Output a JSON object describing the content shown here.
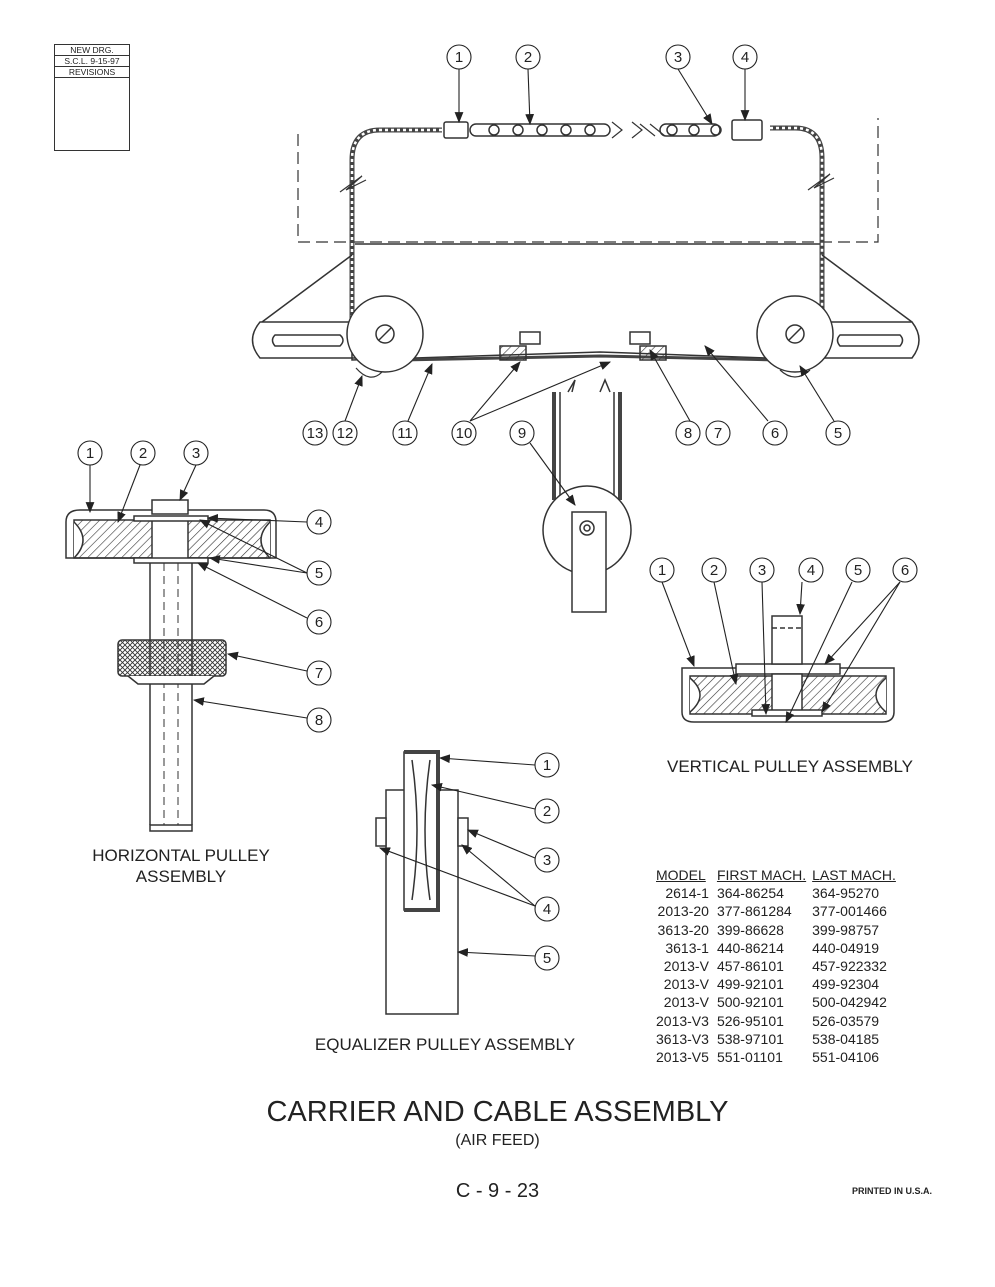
{
  "revision_block": {
    "line1": "NEW DRG.",
    "line2": "S.C.L.  9-15-97",
    "line3": "REVISIONS"
  },
  "carrier_callouts": [
    "1",
    "2",
    "3",
    "4",
    "13",
    "12",
    "11",
    "10",
    "9",
    "8",
    "7",
    "6",
    "5"
  ],
  "horizontal_callouts": [
    "1",
    "2",
    "3",
    "4",
    "5",
    "6",
    "7",
    "8"
  ],
  "vertical_callouts": [
    "1",
    "2",
    "3",
    "4",
    "5",
    "6"
  ],
  "equalizer_callouts": [
    "1",
    "2",
    "3",
    "4",
    "5"
  ],
  "labels": {
    "horizontal_line1": "HORIZONTAL PULLEY",
    "horizontal_line2": "ASSEMBLY",
    "vertical": "VERTICAL PULLEY ASSEMBLY",
    "equalizer": "EQUALIZER PULLEY ASSEMBLY"
  },
  "model_table": {
    "headers": [
      "MODEL",
      "FIRST MACH.",
      "LAST MACH."
    ],
    "rows": [
      [
        "2614-1",
        "364-86254",
        "364-95270"
      ],
      [
        "2013-20",
        "377-861284",
        "377-001466"
      ],
      [
        "3613-20",
        "399-86628",
        "399-98757"
      ],
      [
        "3613-1",
        "440-86214",
        "440-04919"
      ],
      [
        "2013-V",
        "457-86101",
        "457-922332"
      ],
      [
        "2013-V",
        "499-92101",
        "499-92304"
      ],
      [
        "2013-V",
        "500-92101",
        "500-042942"
      ],
      [
        "2013-V3",
        "526-95101",
        "526-03579"
      ],
      [
        "3613-V3",
        "538-97101",
        "538-04185"
      ],
      [
        "2013-V5",
        "551-01101",
        "551-04106"
      ]
    ]
  },
  "footer": {
    "title": "CARRIER AND CABLE ASSEMBLY",
    "subtitle": "(AIR FEED)",
    "page_number": "C - 9 - 23",
    "printed": "PRINTED IN U.S.A."
  }
}
